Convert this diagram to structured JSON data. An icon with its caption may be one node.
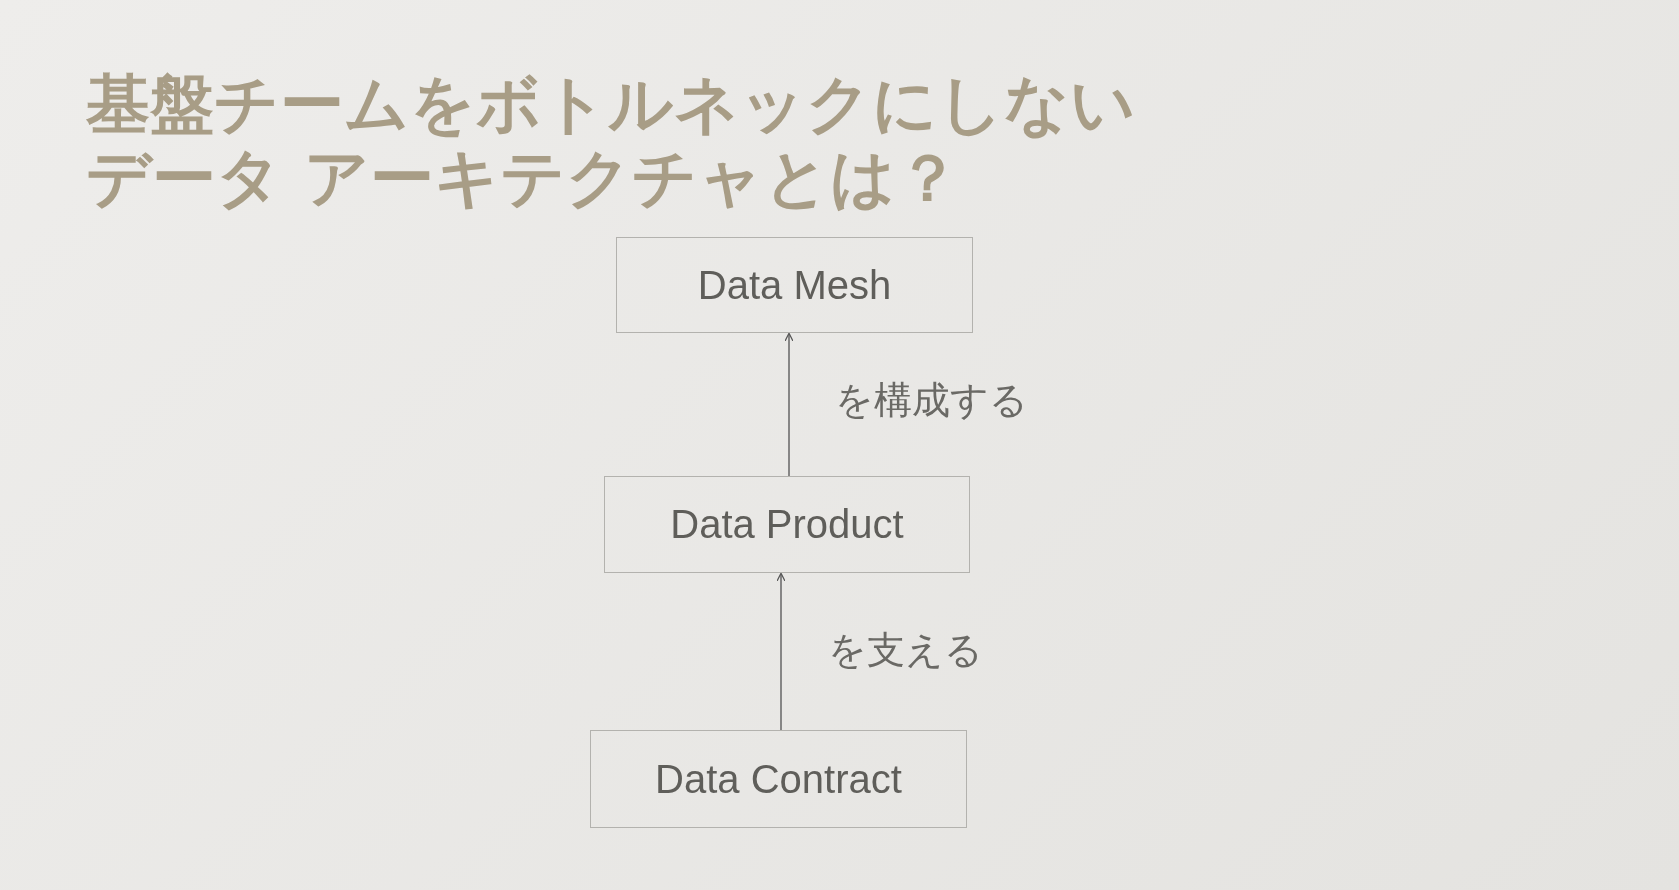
{
  "diagram": {
    "title": "基盤チームをボトルネックにしないデータ アーキテクチャとは？",
    "nodes": [
      {
        "text": [
          "Data Mesh"
        ]
      },
      {
        "text": [
          "Data Product"
        ]
      },
      {
        "text": [
          "Data Contract"
        ]
      }
    ],
    "edges": [
      {
        "from": 1,
        "to": 0,
        "arrow": "to",
        "label": "を構成する"
      },
      {
        "from": 2,
        "to": 1,
        "arrow": "to",
        "label": "を支える"
      }
    ]
  }
}
